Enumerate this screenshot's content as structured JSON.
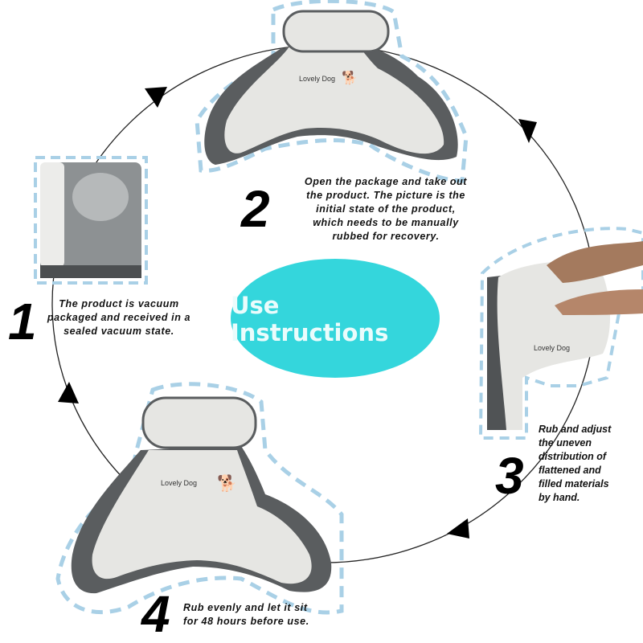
{
  "title": "Use Instructions",
  "colors": {
    "title_ellipse": "#34d6dc",
    "dashed_outline": "#a9d0e6",
    "pillow_light": "#e6e6e3",
    "pillow_dark": "#5a5d5f"
  },
  "brand_label": "Lovely Dog",
  "steps": [
    {
      "number": "1",
      "text": [
        "The product is vacuum",
        "packaged and received in a",
        "sealed vacuum state."
      ]
    },
    {
      "number": "2",
      "text": [
        "Open the package and take out",
        "the product. The picture is the",
        "initial state of the product,",
        "which needs to be manually",
        "rubbed for recovery."
      ]
    },
    {
      "number": "3",
      "text": [
        "Rub and adjust",
        "the uneven",
        "distribution of",
        "flattened and",
        "filled materials",
        "by hand."
      ]
    },
    {
      "number": "4",
      "text": [
        "Rub evenly and let it sit",
        "for 48 hours before use."
      ]
    }
  ]
}
